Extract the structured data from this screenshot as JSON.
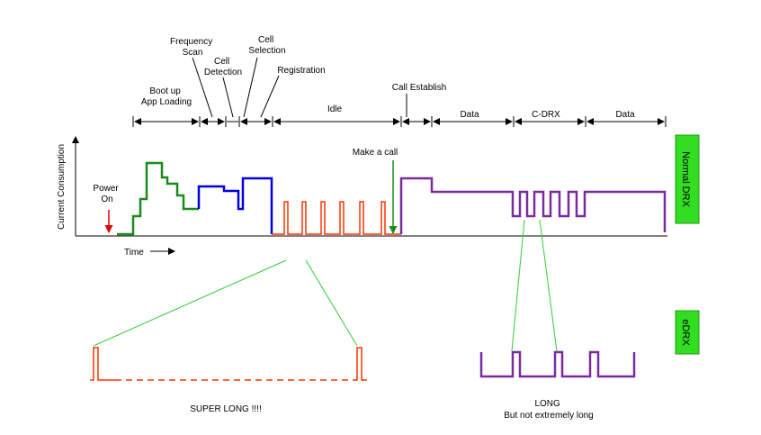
{
  "axes": {
    "y_label": "Current Consumption",
    "x_label": "Time"
  },
  "phases": {
    "boot_up": [
      "Boot up",
      "App Loading"
    ],
    "frequency_scan": [
      "Frequency",
      "Scan"
    ],
    "cell_detection": [
      "Cell",
      "Detection"
    ],
    "cell_selection": [
      "Cell",
      "Selection"
    ],
    "registration": "Registration",
    "idle": "Idle",
    "call_establish": "Call Establish",
    "data_1": "Data",
    "c_drx": "C-DRX",
    "data_2": "Data"
  },
  "events": {
    "power_on": [
      "Power",
      "On"
    ],
    "make_call": "Make a call"
  },
  "side_labels": {
    "normal_drx": "Normal DRX",
    "edrx": "eDRX"
  },
  "captions": {
    "super_long": "SUPER LONG !!!!",
    "long": [
      "LONG",
      "But not extremely long"
    ]
  },
  "colors": {
    "boot": "#1a8a1a",
    "registration": "#0000dd",
    "idle": "#ff3300",
    "connected": "#7a2aa0",
    "power_on_arrow": "#e00000",
    "make_call_arrow": "#1a8a1a",
    "zoom_lines": "#33cc33",
    "side_label_bg": "#33dd22"
  }
}
